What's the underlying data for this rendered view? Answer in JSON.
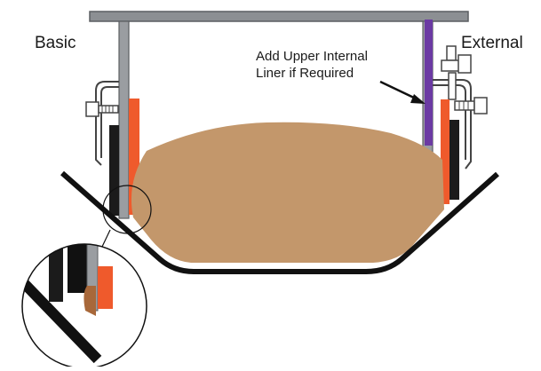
{
  "labels": {
    "basic": "Basic",
    "external": "External",
    "note_line1": "Add Upper Internal",
    "note_line2": "Liner if Required"
  },
  "colors": {
    "background": "#ffffff",
    "frame": "#8c8f93",
    "frame_stroke": "#5b5e62",
    "trough": "#111111",
    "material": "#c3976b",
    "seal_black": "#1b1b1b",
    "liner_orange": "#ef5a2c",
    "liner_purple": "#6b3aa3",
    "bracket": "#ffffff",
    "bracket_stroke": "#444444"
  }
}
